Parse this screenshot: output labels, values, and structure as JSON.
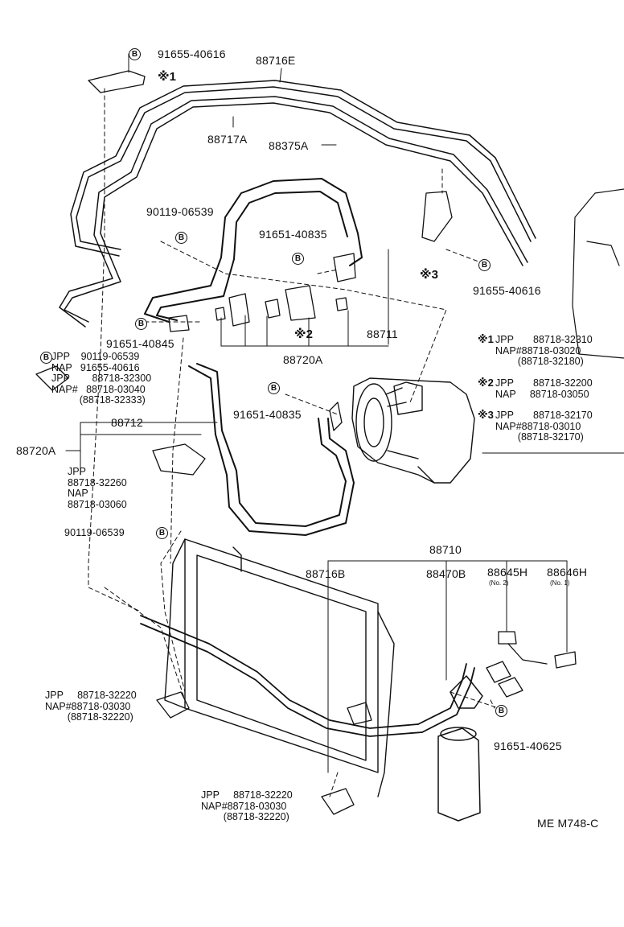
{
  "diagram_code": "ME M748-C",
  "marks": {
    "m1": "※1",
    "m2": "※2",
    "m3": "※3"
  },
  "bolt_symbol": "B",
  "parts": {
    "p88716E": "88716E",
    "p88717A": "88717A",
    "p88375A": "88375A",
    "p88711": "88711",
    "p88720A_mid": "88720A",
    "p88720A_left": "88720A",
    "p88712": "88712",
    "p88710": "88710",
    "p88716B": "88716B",
    "p88470B": "88470B",
    "p88645H": "88645H",
    "p88646H": "88646H",
    "no2": "(No. 2)",
    "no1": "(No. 1)"
  },
  "bolts": {
    "top": "91655-40616",
    "b90119_upper": "90119-06539",
    "b91651_upper": "91651-40835",
    "right": "91655-40616",
    "b91651_40845": "91651-40845",
    "b91651_mid": "91651-40835",
    "b90119_lower": "90119-06539",
    "b91651_40625": "91651-40625"
  },
  "blocks": {
    "left_multi": "JPP    90119-06539\nNAP   91655-40616\nJPP        88718-32300\nNAP#   88718-03040\n          (88718-32333)",
    "clamp_88712": "JPP\n88718-32260\nNAP\n88718-03060",
    "clamp_lower_left": "JPP     88718-32220\nNAP#88718-03030\n        (88718-32220)",
    "clamp_bottom": "JPP     88718-32220\nNAP#88718-03030\n        (88718-32220)"
  },
  "legend": [
    {
      "mark": "※1",
      "text": "JPP       88718-32310\nNAP#88718-03020\n        (88718-32180)"
    },
    {
      "mark": "※2",
      "text": "JPP       88718-32200\nNAP     88718-03050"
    },
    {
      "mark": "※3",
      "text": "JPP       88718-32170\nNAP#88718-03010\n        (88718-32170)"
    }
  ]
}
